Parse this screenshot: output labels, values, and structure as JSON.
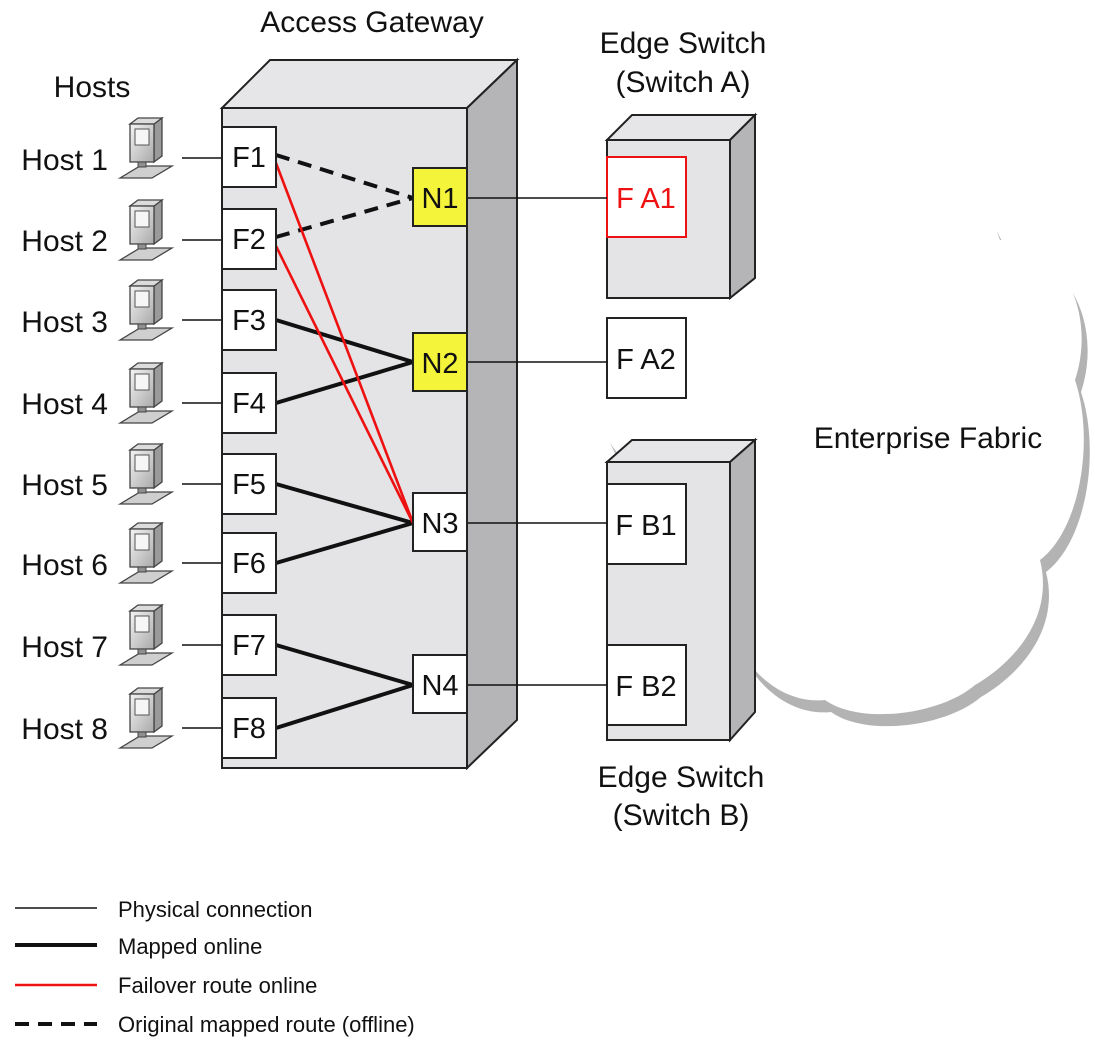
{
  "titles": {
    "access_gateway": "Access Gateway",
    "hosts": "Hosts",
    "edge_switch_a_line1": "Edge Switch",
    "edge_switch_a_line2": "(Switch A)",
    "edge_switch_b_line1": "Edge Switch",
    "edge_switch_b_line2": "(Switch B)",
    "enterprise_fabric": "Enterprise Fabric"
  },
  "hosts": [
    "Host 1",
    "Host 2",
    "Host 3",
    "Host 4",
    "Host 5",
    "Host 6",
    "Host 7",
    "Host 8"
  ],
  "f_ports": [
    "F1",
    "F2",
    "F3",
    "F4",
    "F5",
    "F6",
    "F7",
    "F8"
  ],
  "n_ports": [
    "N1",
    "N2",
    "N3",
    "N4"
  ],
  "switch_a_ports": [
    "F A1",
    "F A2"
  ],
  "switch_b_ports": [
    "F B1",
    "F B2"
  ],
  "legend": {
    "physical": "Physical connection",
    "mapped": "Mapped online",
    "failover": "Failover route online",
    "original": "Original mapped route (offline)"
  },
  "colors": {
    "failover": "#ee1111",
    "n_port_highlight": "#f4f43a",
    "device_face": "#e4e4e6",
    "device_side": "#b5b5b8",
    "cloud_shadow": "#b3b3b3"
  }
}
